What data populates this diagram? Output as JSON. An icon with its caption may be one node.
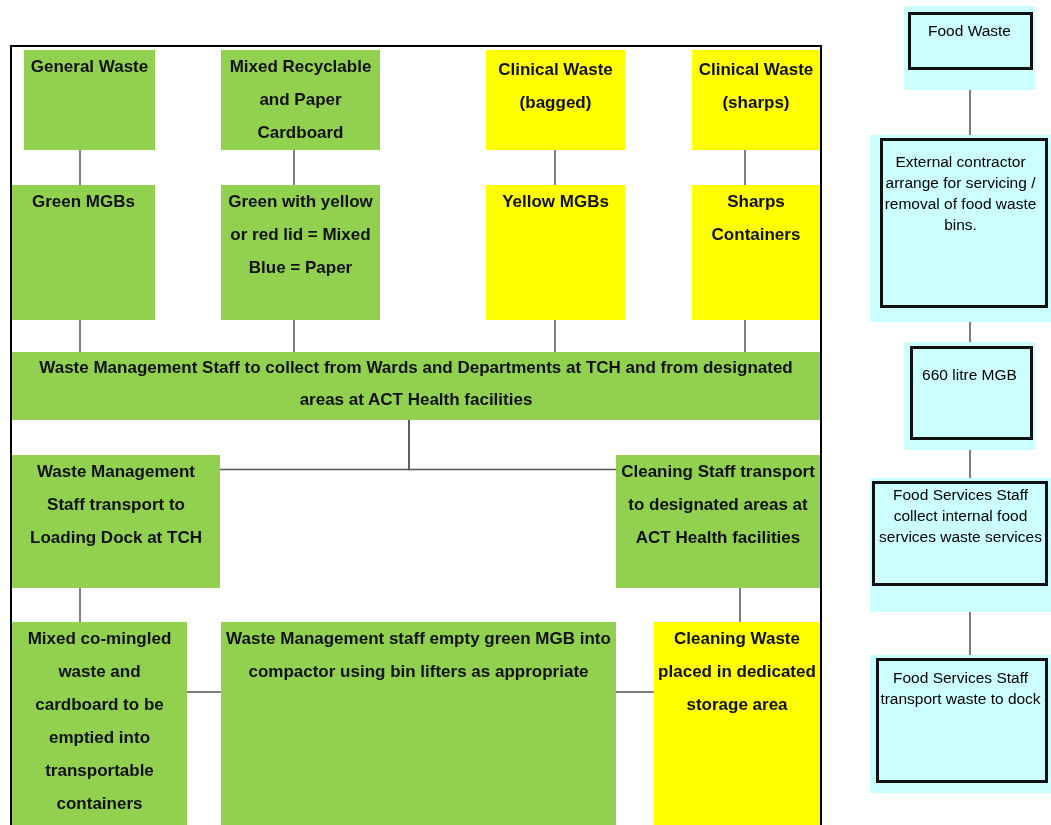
{
  "diagram": {
    "nodes": [
      {
        "text": [
          "General Waste"
        ]
      },
      {
        "text": [
          "Mixed Recyclable and Paper Cardboard"
        ]
      },
      {
        "text": [
          "Clinical Waste (bagged)"
        ]
      },
      {
        "text": [
          "Clinical Waste (sharps)"
        ]
      },
      {
        "text": [
          "Green MGBs"
        ]
      },
      {
        "text": [
          "Green with yellow or red lid = Mixed Blue = Paper"
        ]
      },
      {
        "text": [
          "Yellow MGBs"
        ]
      },
      {
        "text": [
          "Sharps Containers"
        ]
      },
      {
        "text": [
          "Waste Management Staff to collect from Wards and Departments at TCH and from designated areas at ACT Health facilities"
        ]
      },
      {
        "text": [
          "Waste Management Staff transport to Loading Dock at TCH"
        ]
      },
      {
        "text": [
          "Cleaning Staff transport to designated areas at ACT Health facilities"
        ]
      },
      {
        "text": [
          "Mixed co-mingled waste and cardboard to be emptied into transportable containers"
        ]
      },
      {
        "text": [
          "Waste Management staff empty green MGB into compactor using bin lifters as appropriate"
        ]
      },
      {
        "text": [
          "Cleaning Waste placed in dedicated storage area"
        ]
      },
      {
        "text": [
          "Food Waste"
        ]
      },
      {
        "text": [
          "External contractor arrange for servicing / removal of food waste bins."
        ]
      },
      {
        "text": [
          "660 litre MGB"
        ]
      },
      {
        "text": [
          "Food Services Staff collect internal food services waste services"
        ]
      },
      {
        "text": [
          "Food Services Staff transport waste to dock"
        ]
      }
    ],
    "edges": [
      {
        "from": 0,
        "to": 4,
        "arrow": "none"
      },
      {
        "from": 1,
        "to": 5,
        "arrow": "none"
      },
      {
        "from": 2,
        "to": 6,
        "arrow": "none"
      },
      {
        "from": 3,
        "to": 7,
        "arrow": "none"
      },
      {
        "from": 4,
        "to": 8,
        "arrow": "none"
      },
      {
        "from": 5,
        "to": 8,
        "arrow": "none"
      },
      {
        "from": 6,
        "to": 8,
        "arrow": "none"
      },
      {
        "from": 7,
        "to": 8,
        "arrow": "none"
      },
      {
        "from": 8,
        "to": 9,
        "arrow": "none"
      },
      {
        "from": 8,
        "to": 10,
        "arrow": "none"
      },
      {
        "from": 9,
        "to": 11,
        "arrow": "none"
      },
      {
        "from": 10,
        "to": 13,
        "arrow": "none"
      },
      {
        "from": 11,
        "to": 12,
        "arrow": "none"
      },
      {
        "from": 13,
        "to": 12,
        "arrow": "none"
      },
      {
        "from": 14,
        "to": 15,
        "arrow": "none"
      },
      {
        "from": 15,
        "to": 16,
        "arrow": "none"
      },
      {
        "from": 16,
        "to": 17,
        "arrow": "none"
      },
      {
        "from": 17,
        "to": 18,
        "arrow": "none"
      }
    ]
  }
}
